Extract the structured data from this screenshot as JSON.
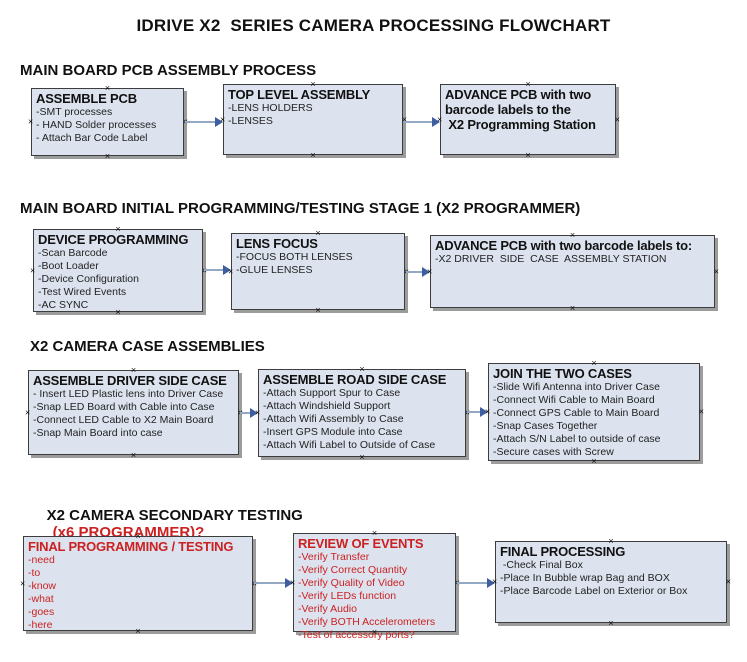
{
  "title": "IDRIVE X2  SERIES CAMERA PROCESSING FLOWCHART",
  "glyphs": {
    "anchor": "×"
  },
  "colors": {
    "box_fill": "#dce3ef",
    "box_border": "#3d3d3d",
    "shadow": "#9c9c9c",
    "arrow_line": "#93a8c3",
    "arrow_head": "#3f5ea0",
    "red_text": "#cc2121",
    "black_text": "#111111"
  },
  "sections": [
    {
      "heading": "MAIN BOARD PCB ASSEMBLY PROCESS",
      "boxes": [
        {
          "title": "ASSEMBLE PCB",
          "items": [
            "-SMT processes",
            "- HAND Solder processes",
            "- Attach Bar Code Label"
          ]
        },
        {
          "title": "TOP LEVEL ASSEMBLY",
          "items": [
            "-LENS HOLDERS",
            "-LENSES"
          ]
        },
        {
          "title": "ADVANCE PCB with two\nbarcode labels to the\n X2 Programming Station",
          "items": []
        }
      ]
    },
    {
      "heading": "MAIN BOARD INITIAL PROGRAMMING/TESTING STAGE 1 (X2 PROGRAMMER)",
      "boxes": [
        {
          "title": "DEVICE PROGRAMMING",
          "items": [
            "-Scan Barcode",
            "-Boot Loader",
            "-Device Configuration",
            "-Test Wired Events",
            "-AC SYNC"
          ]
        },
        {
          "title": "LENS FOCUS",
          "items": [
            "-FOCUS BOTH LENSES",
            "-GLUE LENSES"
          ]
        },
        {
          "title": "ADVANCE PCB with two barcode labels to:",
          "items": [
            "-X2 DRIVER  SIDE  CASE  ASSEMBLY STATION"
          ]
        }
      ]
    },
    {
      "heading": "X2 CAMERA CASE ASSEMBLIES",
      "boxes": [
        {
          "title": "ASSEMBLE DRIVER SIDE CASE",
          "items": [
            "- Insert LED Plastic lens into Driver Case",
            "-Snap LED Board with Cable into Case",
            "-Connect LED Cable to X2 Main Board",
            "-Snap Main Board into case"
          ]
        },
        {
          "title": "ASSEMBLE ROAD SIDE CASE",
          "items": [
            "-Attach Support Spur to Case",
            "-Attach Windshield Support",
            "-Attach Wifi Assembly to Case",
            "-Insert GPS Module into Case",
            "-Attach Wifi Label to Outside of Case"
          ]
        },
        {
          "title": "JOIN THE TWO CASES",
          "items": [
            "-Slide Wifi Antenna into Driver Case",
            "-Connect Wifi Cable to Main Board",
            "-Connect GPS Cable to Main Board",
            "-Snap Cases Together",
            "-Attach S/N Label to outside of case",
            "-Secure cases with Screw"
          ]
        }
      ]
    },
    {
      "heading": "X2 CAMERA SECONDARY TESTING",
      "heading_red": "(x6 PROGRAMMER)?",
      "boxes": [
        {
          "title": "FINAL PROGRAMMING / TESTING",
          "items": [
            "-need",
            "-to",
            "-know",
            "-what",
            "-goes",
            "-here"
          ]
        },
        {
          "title": "REVIEW OF EVENTS",
          "items": [
            "-Verify Transfer",
            "-Verify Correct Quantity",
            "-Verify Quality of Video",
            "-Verify LEDs function",
            "-Verify Audio",
            "-Verify BOTH Accelerometers",
            "-Test of accessory ports?"
          ]
        },
        {
          "title": "FINAL PROCESSING",
          "items": [
            " -Check Final Box",
            "-Place In Bubble wrap Bag and BOX",
            "-Place Barcode Label on Exterior or Box"
          ]
        }
      ]
    }
  ]
}
